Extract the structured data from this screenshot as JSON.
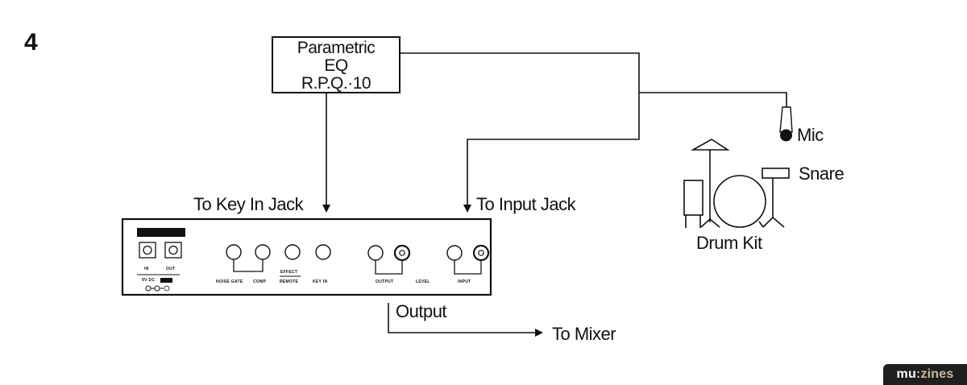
{
  "figure": {
    "number": "4",
    "eq_box": {
      "line1": "Parametric",
      "line2": "EQ",
      "line3": "R.P.Q.·10"
    },
    "labels": {
      "to_key_in_jack": "To Key In Jack",
      "to_input_jack": "To Input  Jack",
      "mic": "Mic",
      "snare": "Snare",
      "drum_kit": "Drum Kit",
      "output": "Output",
      "to_mixer": "To Mixer"
    },
    "device_panel": {
      "jack_labels": {
        "in": "IN",
        "out": "OUT"
      },
      "power_label": "9V DC",
      "knob_labels": {
        "noise_gate": "NOISE GATE",
        "comp": "COMP",
        "effect": "EFFECT",
        "remote": "REMOTE",
        "key_in": "KEY IN",
        "output": "OUTPUT",
        "level": "LEVEL",
        "input": "INPUT"
      }
    }
  },
  "badge": {
    "part1": "mu",
    "part2": ":zines",
    "bg_color": "#1f1f1f",
    "accent_color": "#c9b99a"
  }
}
